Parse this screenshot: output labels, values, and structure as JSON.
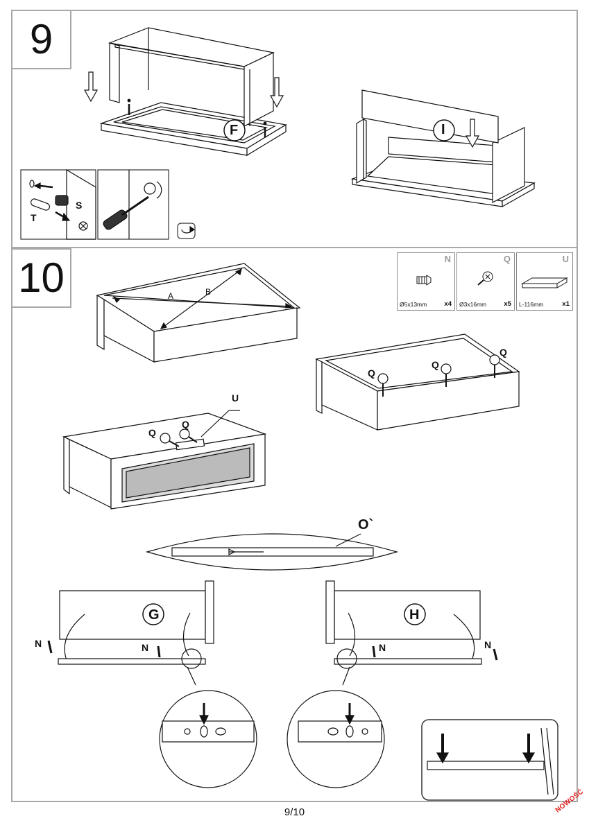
{
  "steps": {
    "step_a": "9",
    "step_b": "10"
  },
  "step9_labels": {
    "panel_f": "F",
    "panel_i": "I",
    "part_s": "S",
    "part_t": "T"
  },
  "hardware": [
    {
      "letter": "N",
      "size": "Ø5x13mm",
      "qty": "x4"
    },
    {
      "letter": "Q",
      "size": "Ø3x16mm",
      "qty": "x5"
    },
    {
      "letter": "U",
      "size": "L-116mm",
      "qty": "x1"
    }
  ],
  "step10_labels": {
    "diag_a": "A",
    "diag_b": "B",
    "q": "Q",
    "u": "U",
    "o_prime": "O`",
    "g": "G",
    "h": "H",
    "n": "N"
  },
  "footer": {
    "page": "9/10",
    "stamp": "NOWOŚĆ"
  },
  "colors": {
    "frame": "#a8a8a8",
    "line": "#111111",
    "stamp": "#e0201b"
  }
}
